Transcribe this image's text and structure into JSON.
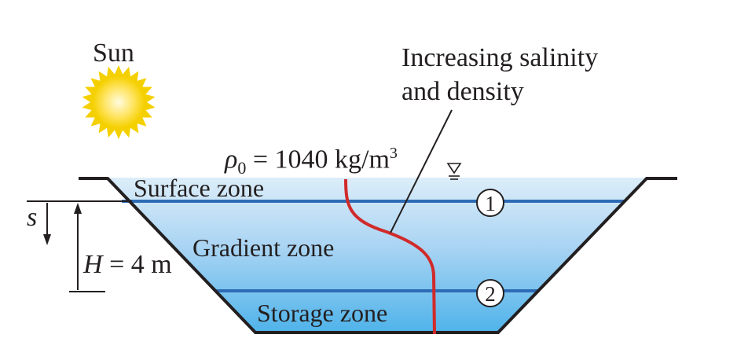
{
  "labels": {
    "sun": "Sun",
    "salinity_line1": "Increasing salinity",
    "salinity_line2": "and density",
    "rho_symbol": "ρ",
    "rho_subscript": "0",
    "rho_value": " = 1040 kg/m",
    "rho_exponent": "3",
    "surface_zone": "Surface zone",
    "gradient_zone": "Gradient zone",
    "storage_zone": "Storage zone",
    "s_symbol": "s",
    "h_symbol": "H",
    "h_value": " = 4 m",
    "marker_1": "1",
    "marker_2": "2",
    "water_level_symbol": "∇"
  },
  "colors": {
    "outline": "#231f20",
    "water_top": "#dcedf9",
    "water_mid": "#a9d4f3",
    "water_bottom": "#4fb3ea",
    "interface_line": "#2e6bb5",
    "density_curve": "#d12a2a",
    "sun_core": "#fffbe0",
    "sun_rays": "#f5d000"
  }
}
